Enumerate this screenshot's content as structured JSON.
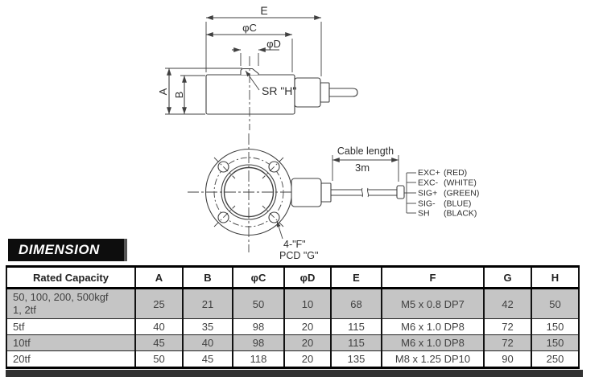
{
  "section": {
    "title": "DIMENSION"
  },
  "diagram": {
    "side_view": {
      "dim_e": "E",
      "dim_c": "φC",
      "dim_d": "φD",
      "dim_a": "A",
      "dim_b": "B",
      "sr_label": "SR \"H\""
    },
    "bottom_view": {
      "cable_length_label": "Cable length",
      "cable_length_value": "3m",
      "holes_label": "4-\"F\"",
      "pcd_label": "PCD \"G\""
    },
    "wires": [
      {
        "name": "EXC+",
        "color_label": "(RED)",
        "color": "red"
      },
      {
        "name": "EXC-",
        "color_label": "(WHITE)",
        "color": "white"
      },
      {
        "name": "SIG+",
        "color_label": "(GREEN)",
        "color": "green"
      },
      {
        "name": "SIG-",
        "color_label": "(BLUE)",
        "color": "blue"
      },
      {
        "name": "SH",
        "color_label": "(BLACK)",
        "color": "black"
      }
    ]
  },
  "table": {
    "headers": [
      "Rated Capacity",
      "A",
      "B",
      "φC",
      "φD",
      "E",
      "F",
      "G",
      "H"
    ],
    "rows": [
      {
        "capacity_lines": [
          "50, 100, 200, 500kgf",
          "1, 2tf"
        ],
        "values": [
          "25",
          "21",
          "50",
          "10",
          "68",
          "M5 x 0.8 DP7",
          "42",
          "50"
        ],
        "shaded": true
      },
      {
        "capacity_lines": [
          "5tf"
        ],
        "values": [
          "40",
          "35",
          "98",
          "20",
          "115",
          "M6 x 1.0 DP8",
          "72",
          "150"
        ],
        "shaded": false
      },
      {
        "capacity_lines": [
          "10tf"
        ],
        "values": [
          "45",
          "40",
          "98",
          "20",
          "115",
          "M6 x 1.0 DP8",
          "72",
          "150"
        ],
        "shaded": true
      },
      {
        "capacity_lines": [
          "20tf"
        ],
        "values": [
          "50",
          "45",
          "118",
          "20",
          "135",
          "M8 x 1.25 DP10",
          "90",
          "250"
        ],
        "shaded": false
      }
    ]
  },
  "colors": {
    "line": "#404040",
    "shaded_row": "#c5c5c5",
    "banner_bg": "#0d0d0d",
    "bottom_bar": "#323232"
  }
}
